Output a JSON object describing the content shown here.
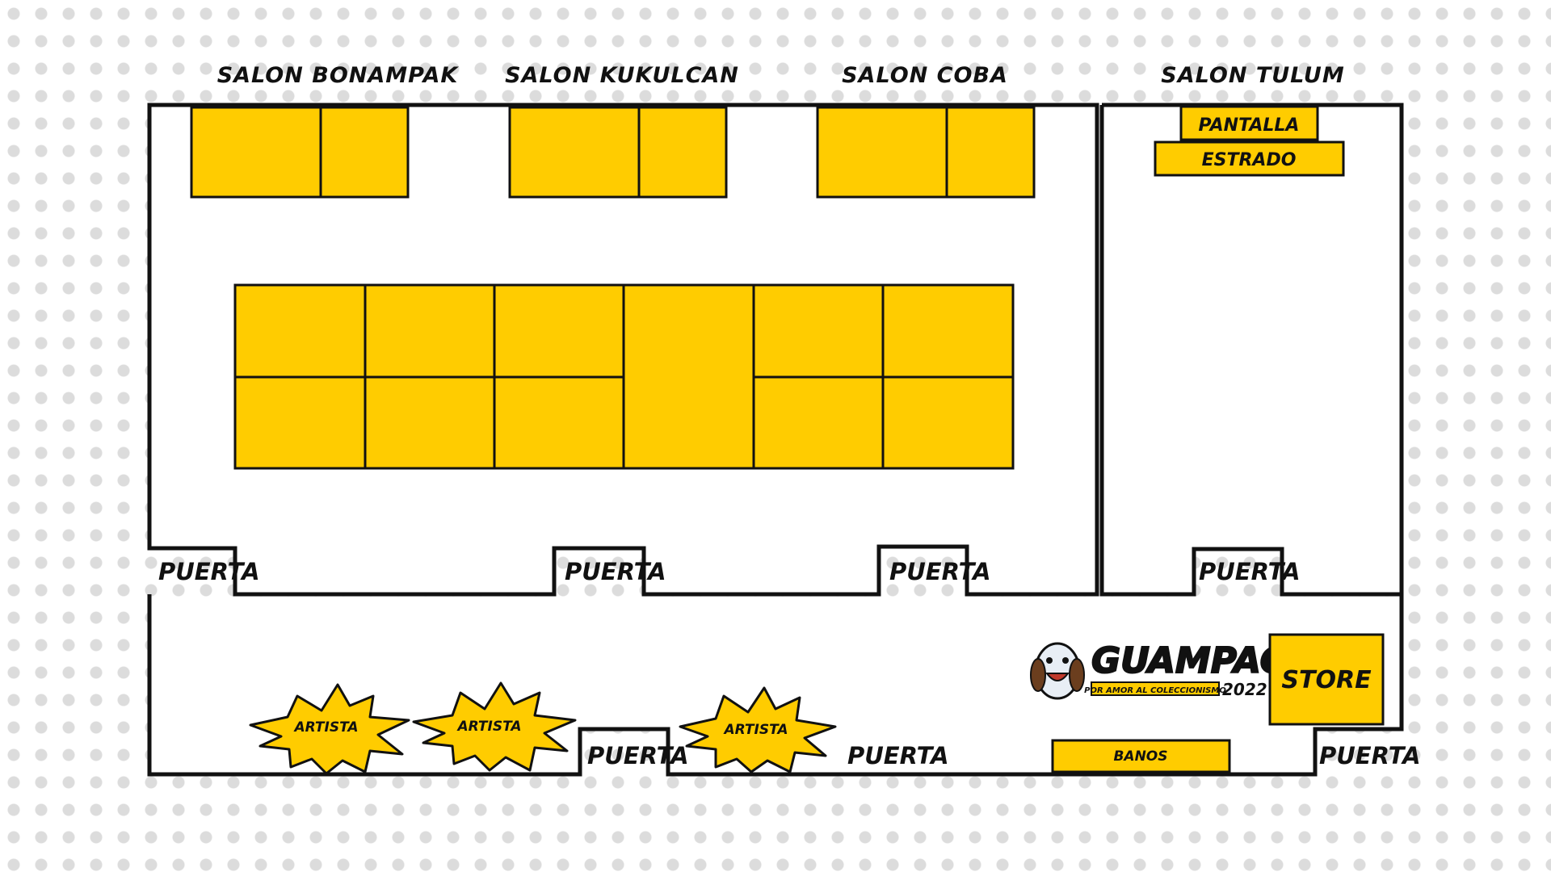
{
  "rooms": {
    "bonampak": "SALON BONAMPAK",
    "kukulcan": "SALON KUKULCAN",
    "coba": "SALON COBA",
    "tulum": "SALON TULUM"
  },
  "features": {
    "pantalla": "PANTALLA",
    "estrado": "ESTRADO",
    "store": "STORE",
    "banos": "BANOS",
    "artista": "ARTISTA"
  },
  "door_label": "PUERTA",
  "logo": {
    "name": "GUAMPACON",
    "tagline": "POR AMOR AL COLECCIONISMO",
    "year": "2022"
  },
  "colors": {
    "booth": "#FFCC00",
    "wall": "#111111",
    "dots": "#DCDCDC"
  }
}
